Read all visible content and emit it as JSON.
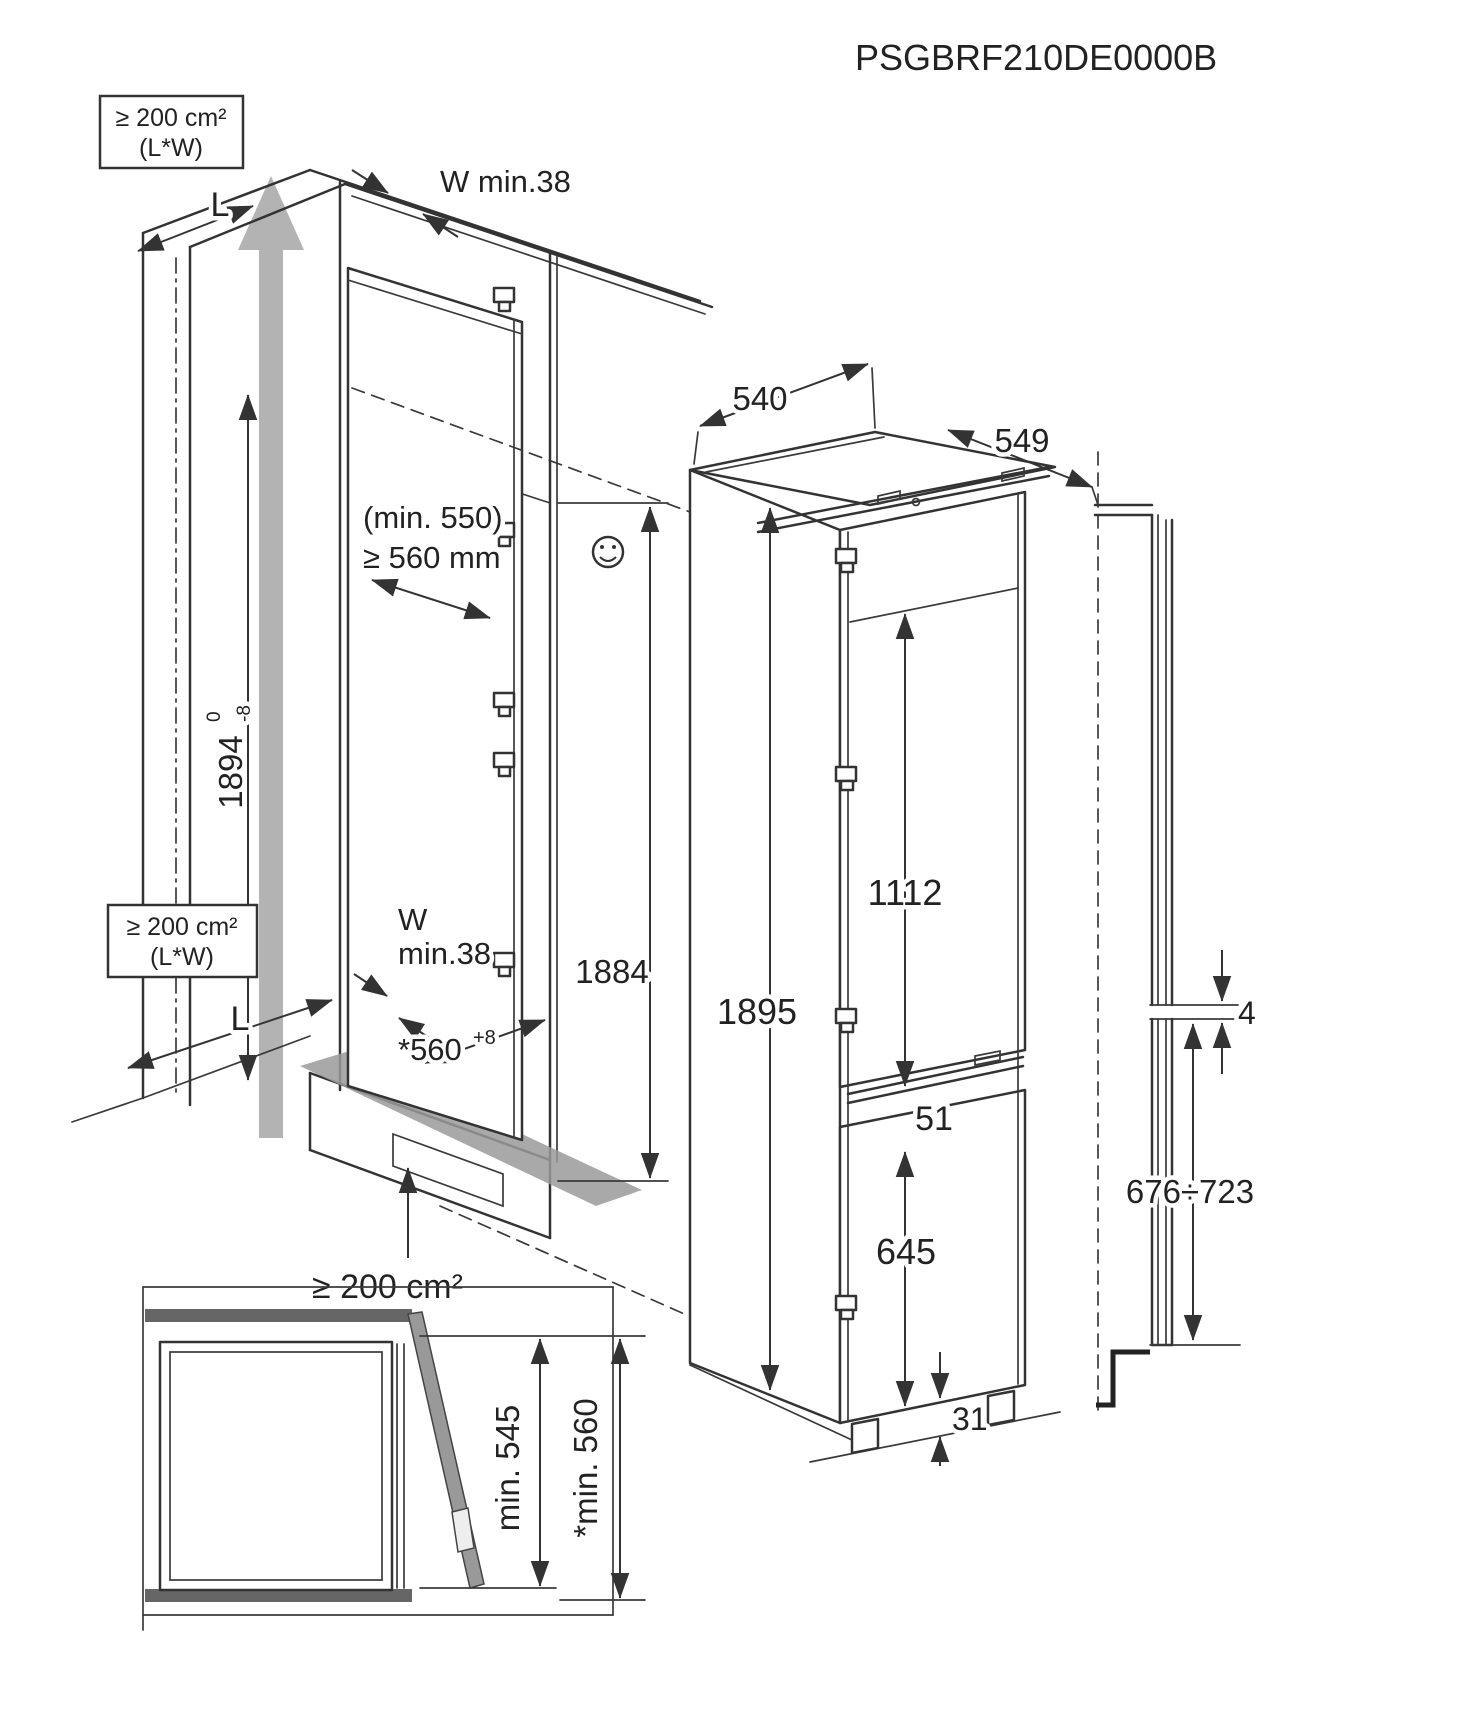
{
  "title": "PSGBRF210DE0000B",
  "niche": {
    "vent_area_top": {
      "line1": "≥ 200 cm²",
      "line2": "(L*W)"
    },
    "vent_area_side": {
      "line1": "≥ 200 cm²",
      "line2": "(L*W)"
    },
    "vent_area_bottom": "≥ 200 cm²",
    "length_top": "L",
    "length_bottom": "L",
    "wall_min_width_top": "W min.38",
    "wall_min_width_side": {
      "line1": "W",
      "line2": "min.38"
    },
    "depth_note": "(min. 550)",
    "depth_recommended": "≥ 560 mm",
    "niche_height": {
      "value": "1894",
      "tol_upper": "0",
      "tol_lower": "-8"
    },
    "interior_height": "1884",
    "bottom_depth": {
      "value": "*560",
      "tolerance": "+8"
    }
  },
  "appliance": {
    "width": "540",
    "depth": "549",
    "height": "1895",
    "upper_door_height": "1112",
    "door_gap": "51",
    "lower_door_height": "645",
    "bottom_step": "31"
  },
  "door_panel_detail": {
    "panel_gap": "4",
    "lower_panel_height_range": "676÷723"
  },
  "plan_view": {
    "min_depth": "min. 545",
    "min_depth_with_door": "*min. 560"
  }
}
